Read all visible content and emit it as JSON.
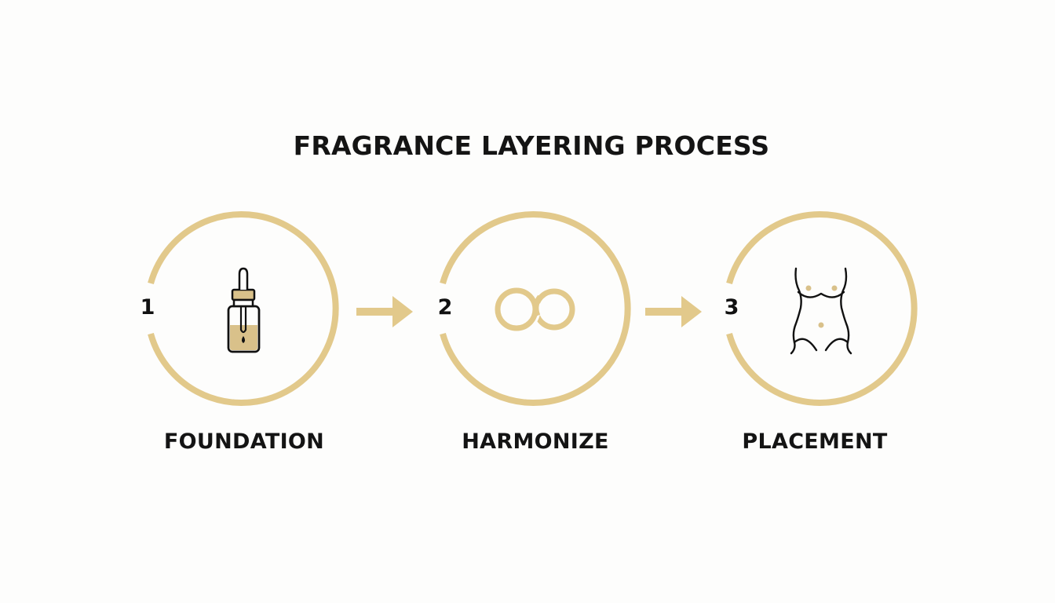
{
  "title": "FRAGRANCE LAYERING PROCESS",
  "colors": {
    "accent": "#e2c98b",
    "text": "#141414",
    "background": "#fdfdfc"
  },
  "steps": [
    {
      "number": "1",
      "label": "FOUNDATION",
      "icon": "dropper-bottle-icon"
    },
    {
      "number": "2",
      "label": "HARMONIZE",
      "icon": "interlocking-rings-icon"
    },
    {
      "number": "3",
      "label": "PLACEMENT",
      "icon": "body-silhouette-icon"
    }
  ]
}
